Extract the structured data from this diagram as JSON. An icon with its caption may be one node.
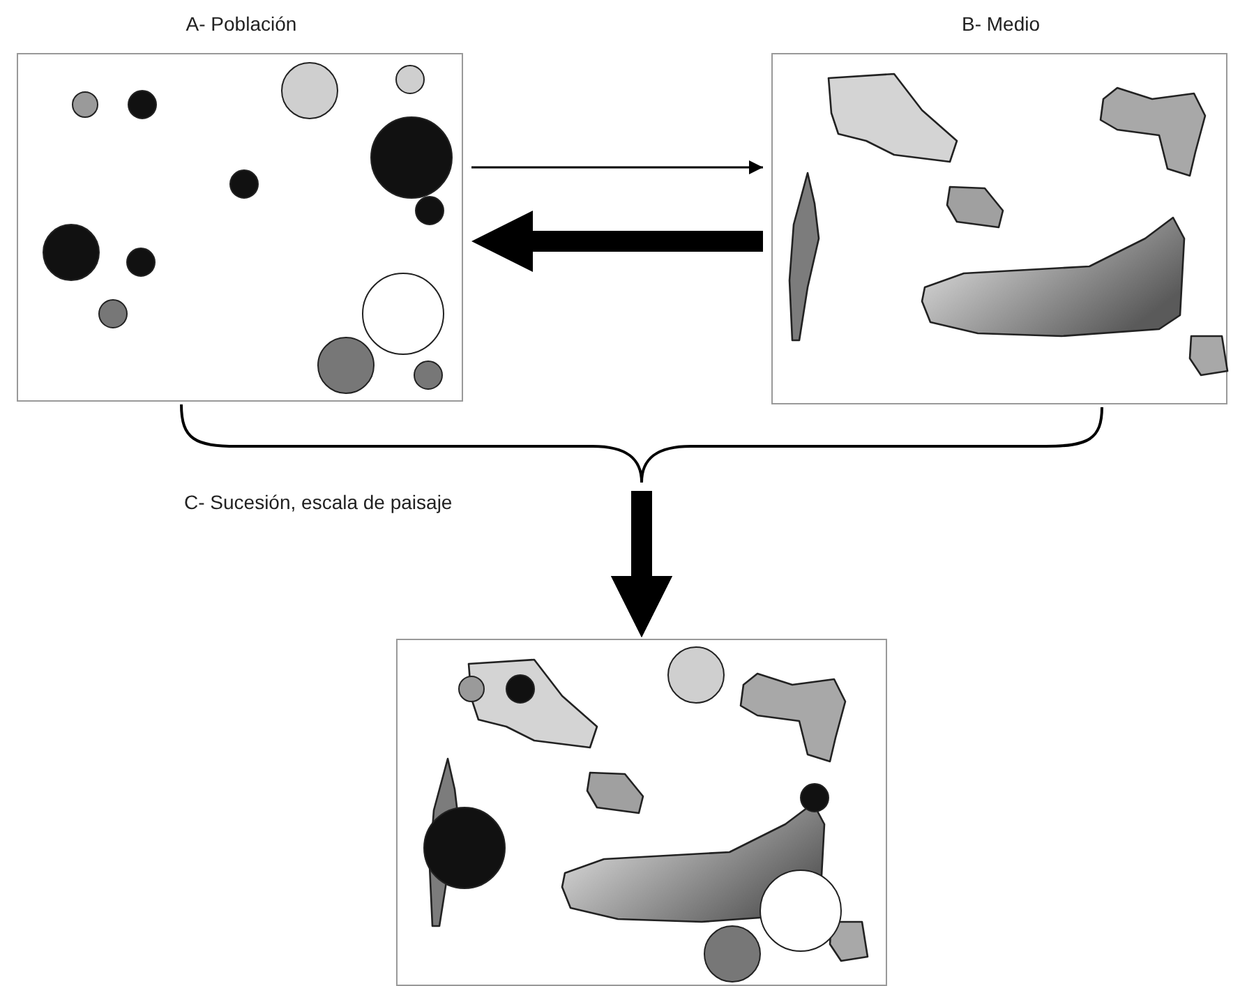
{
  "diagram": {
    "nodes": [
      {
        "text": [
          "A- Población"
        ]
      },
      {
        "text": [
          "B- Medio"
        ]
      },
      {
        "text": [],
        "shape": "box"
      }
    ],
    "edges": [
      {
        "from": 0,
        "to": 1,
        "arrow": "to"
      },
      {
        "from": 1,
        "to": 0,
        "arrow": "to",
        "style": "thick"
      },
      {
        "from": 0,
        "to": 2,
        "arrow": "to"
      },
      {
        "from": 1,
        "to": 2,
        "arrow": "to"
      }
    ],
    "labels": [
      "C- Sucesión, escala de paisaje"
    ]
  }
}
